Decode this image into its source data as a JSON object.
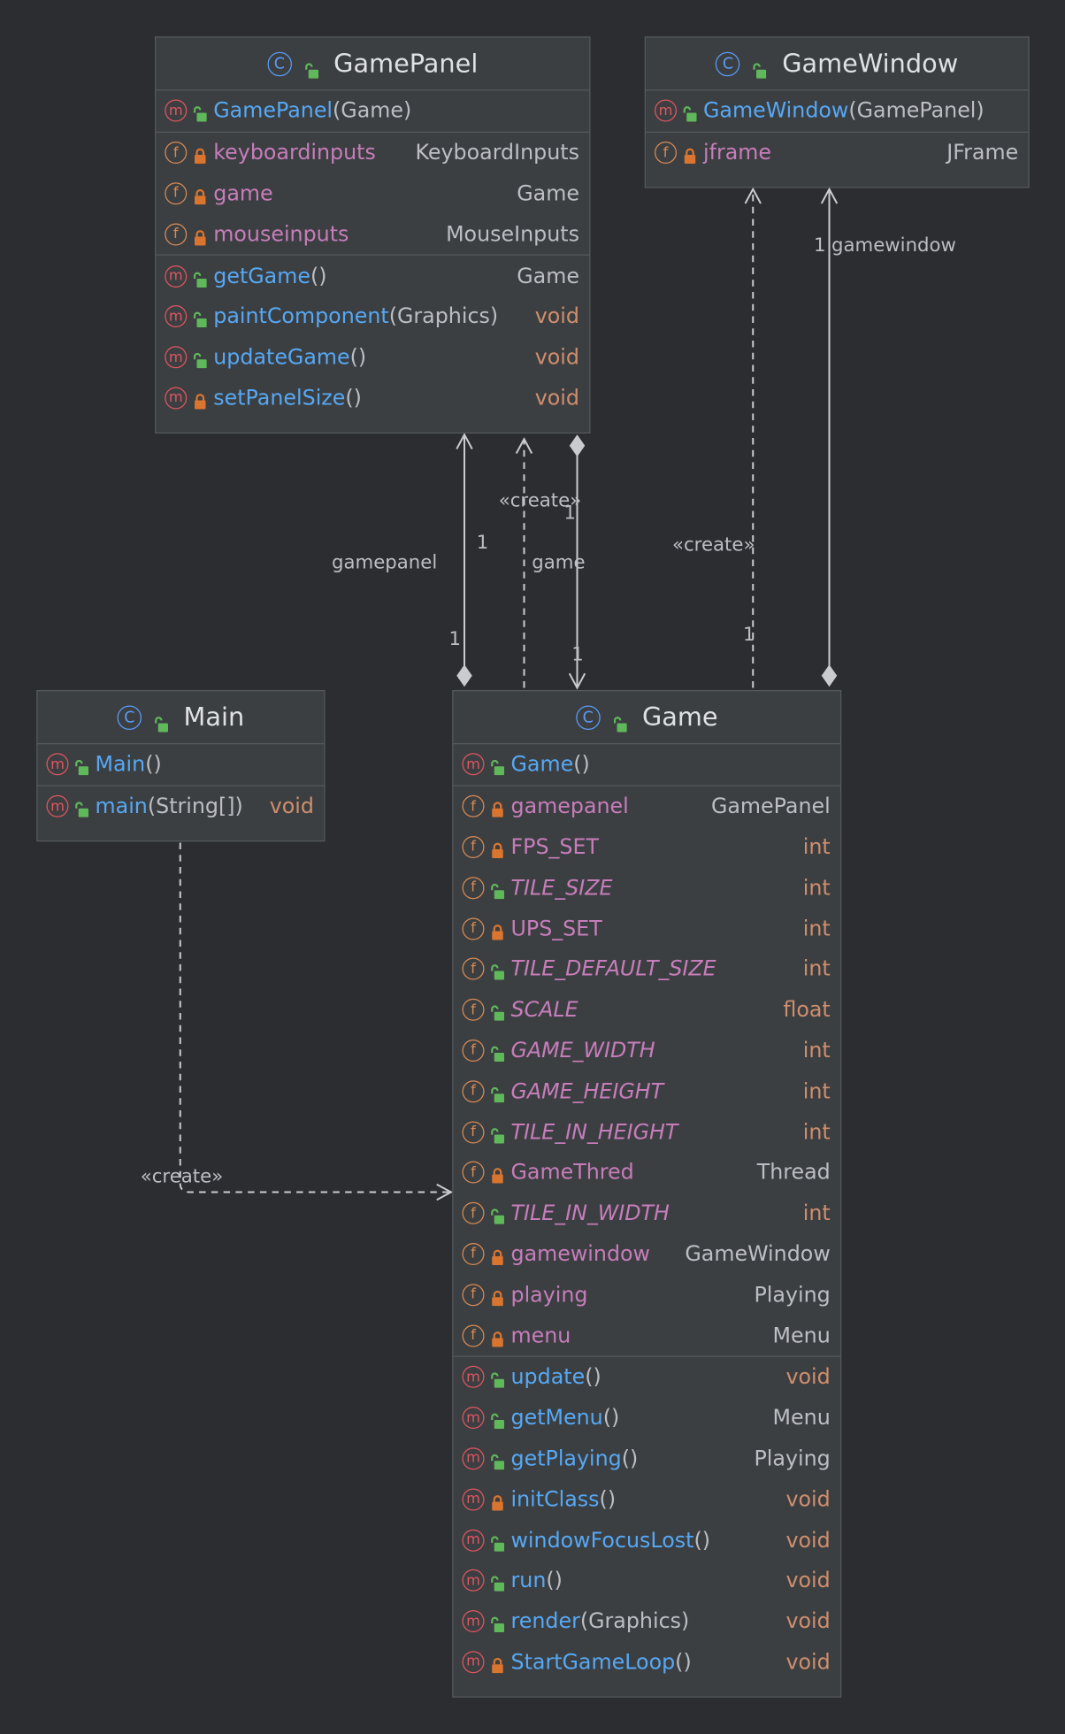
{
  "colors": {
    "background": "#2b2d30",
    "box": "#3c3f41",
    "border": "#55585c",
    "method": "#56a8f5",
    "field": "#c77dbb",
    "primitive": "#cf8e6d",
    "method_badge": "#e05561",
    "field_badge": "#d88a54",
    "class_badge": "#5a9cf8",
    "public_icon": "#5fb85a",
    "private_icon": "#d9752f"
  },
  "icons": {
    "class": "class-icon",
    "method": "method-icon",
    "field": "field-icon",
    "public": "public-unlock-icon",
    "private": "private-lock-icon",
    "badge_class": "C",
    "badge_method": "m",
    "badge_field": "f"
  },
  "classes": {
    "gamepanel": {
      "title": "GamePanel",
      "sections": [
        [
          {
            "kind": "m",
            "vis": "public",
            "name": "GamePanel",
            "params": "(Game)",
            "type": "",
            "nc": "method"
          }
        ],
        [
          {
            "kind": "f",
            "vis": "private",
            "name": "keyboardinputs",
            "params": "",
            "type": "KeyboardInputs",
            "nc": "field"
          },
          {
            "kind": "f",
            "vis": "private",
            "name": "game",
            "params": "",
            "type": "Game",
            "nc": "field"
          },
          {
            "kind": "f",
            "vis": "private",
            "name": "mouseinputs",
            "params": "",
            "type": "MouseInputs",
            "nc": "field"
          }
        ],
        [
          {
            "kind": "m",
            "vis": "public",
            "name": "getGame",
            "params": "()",
            "type": "Game",
            "nc": "method"
          },
          {
            "kind": "m",
            "vis": "public",
            "name": "paintComponent",
            "params": "(Graphics)",
            "type": "void",
            "nc": "method"
          },
          {
            "kind": "m",
            "vis": "public",
            "name": "updateGame",
            "params": "()",
            "type": "void",
            "nc": "method"
          },
          {
            "kind": "m",
            "vis": "private",
            "name": "setPanelSize",
            "params": "()",
            "type": "void",
            "nc": "method"
          }
        ]
      ]
    },
    "gamewindow": {
      "title": "GameWindow",
      "sections": [
        [
          {
            "kind": "m",
            "vis": "public",
            "name": "GameWindow",
            "params": "(GamePanel)",
            "type": "",
            "nc": "method"
          }
        ],
        [
          {
            "kind": "f",
            "vis": "private",
            "name": "jframe",
            "params": "",
            "type": "JFrame",
            "nc": "field"
          }
        ]
      ]
    },
    "main": {
      "title": "Main",
      "sections": [
        [
          {
            "kind": "m",
            "vis": "public",
            "name": "Main",
            "params": "()",
            "type": "",
            "nc": "method"
          }
        ],
        [
          {
            "kind": "m",
            "vis": "public",
            "name": "main",
            "params": "(String[])",
            "type": "void",
            "nc": "method"
          }
        ]
      ]
    },
    "game": {
      "title": "Game",
      "sections": [
        [
          {
            "kind": "m",
            "vis": "public",
            "name": "Game",
            "params": "()",
            "type": "",
            "nc": "method"
          }
        ],
        [
          {
            "kind": "f",
            "vis": "private",
            "name": "gamepanel",
            "params": "",
            "type": "GamePanel",
            "nc": "field"
          },
          {
            "kind": "f",
            "vis": "private",
            "name": "FPS_SET",
            "params": "",
            "type": "int",
            "nc": "field"
          },
          {
            "kind": "f",
            "vis": "public",
            "name": "TILE_SIZE",
            "params": "",
            "type": "int",
            "nc": "field",
            "italic": true
          },
          {
            "kind": "f",
            "vis": "private",
            "name": "UPS_SET",
            "params": "",
            "type": "int",
            "nc": "field"
          },
          {
            "kind": "f",
            "vis": "public",
            "name": "TILE_DEFAULT_SIZE",
            "params": "",
            "type": "int",
            "nc": "field",
            "italic": true
          },
          {
            "kind": "f",
            "vis": "public",
            "name": "SCALE",
            "params": "",
            "type": "float",
            "nc": "field",
            "italic": true
          },
          {
            "kind": "f",
            "vis": "public",
            "name": "GAME_WIDTH",
            "params": "",
            "type": "int",
            "nc": "field",
            "italic": true
          },
          {
            "kind": "f",
            "vis": "public",
            "name": "GAME_HEIGHT",
            "params": "",
            "type": "int",
            "nc": "field",
            "italic": true
          },
          {
            "kind": "f",
            "vis": "public",
            "name": "TILE_IN_HEIGHT",
            "params": "",
            "type": "int",
            "nc": "field",
            "italic": true
          },
          {
            "kind": "f",
            "vis": "private",
            "name": "GameThred",
            "params": "",
            "type": "Thread",
            "nc": "field"
          },
          {
            "kind": "f",
            "vis": "public",
            "name": "TILE_IN_WIDTH",
            "params": "",
            "type": "int",
            "nc": "field",
            "italic": true
          },
          {
            "kind": "f",
            "vis": "private",
            "name": "gamewindow",
            "params": "",
            "type": "GameWindow",
            "nc": "field"
          },
          {
            "kind": "f",
            "vis": "private",
            "name": "playing",
            "params": "",
            "type": "Playing",
            "nc": "field"
          },
          {
            "kind": "f",
            "vis": "private",
            "name": "menu",
            "params": "",
            "type": "Menu",
            "nc": "field"
          }
        ],
        [
          {
            "kind": "m",
            "vis": "public",
            "name": "update",
            "params": "()",
            "type": "void",
            "nc": "method"
          },
          {
            "kind": "m",
            "vis": "public",
            "name": "getMenu",
            "params": " ()",
            "type": "Menu",
            "nc": "method"
          },
          {
            "kind": "m",
            "vis": "public",
            "name": "getPlaying",
            "params": "()",
            "type": "Playing",
            "nc": "method"
          },
          {
            "kind": "m",
            "vis": "private",
            "name": "initClass",
            "params": "()",
            "type": "void",
            "nc": "method"
          },
          {
            "kind": "m",
            "vis": "public",
            "name": "windowFocusLost",
            "params": " ()",
            "type": "void",
            "nc": "method"
          },
          {
            "kind": "m",
            "vis": "public",
            "name": "run",
            "params": "()",
            "type": "void",
            "nc": "method"
          },
          {
            "kind": "m",
            "vis": "public",
            "name": "render",
            "params": " (Graphics)",
            "type": "void",
            "nc": "method"
          },
          {
            "kind": "m",
            "vis": "private",
            "name": "StartGameLoop",
            "params": "()",
            "type": "void",
            "nc": "method"
          }
        ]
      ]
    }
  },
  "edge_labels": {
    "create_panel": "«create»",
    "create_window": "«create»",
    "create_main": "«create»",
    "gamepanel_role": "gamepanel",
    "game_role": "game",
    "gamewindow_role": "gamewindow",
    "one_a": "1",
    "one_b": "1",
    "one_c": "1",
    "one_d": "1",
    "one_e": "1",
    "one_f": "1"
  }
}
